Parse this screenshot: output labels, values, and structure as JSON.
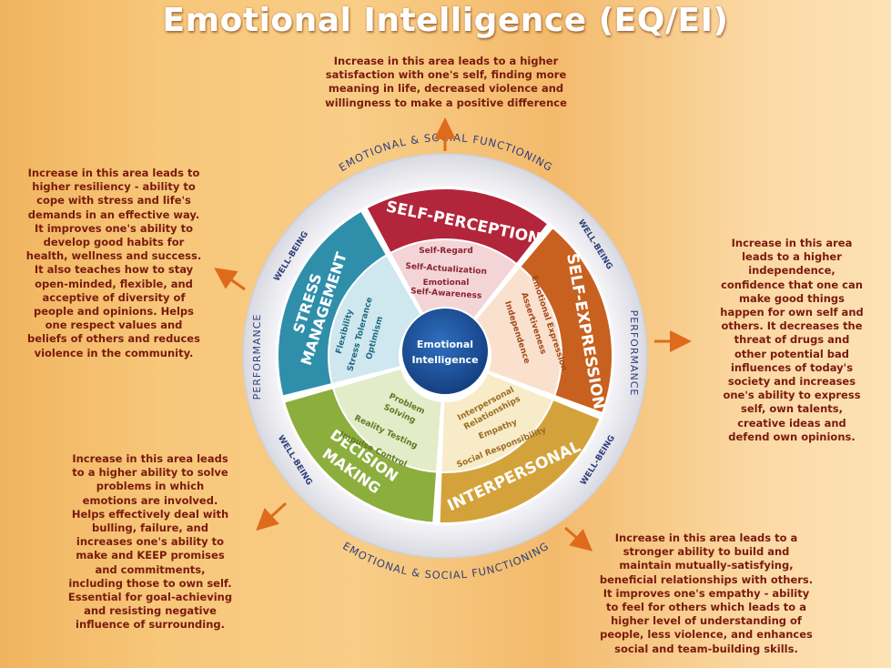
{
  "title": "Emotional Intelligence (EQ/EI)",
  "notes": {
    "top": "Increase in this area leads to a higher\nsatisfaction with one's self, finding more\nmeaning in life, decreased violence and\nwillingness to make a positive difference",
    "left": "Increase in this area leads to\nhigher resiliency - ability to\ncope with stress and life's\ndemands in an effective way.\nIt improves one's ability to\ndevelop good habits for\nhealth, wellness and success.\nIt also teaches how to stay\nopen-minded, flexible, and\nacceptive of diversity of\npeople and opinions. Helps\none respect values and\nbeliefs of others and reduces\nviolence in the community.",
    "right": "Increase in this area\nleads to a higher\nindependence,\nconfidence that one can\nmake good things\nhappen for own self and\nothers. It decreases the\nthreat of drugs and\nother potential bad\ninfluences of today's\nsociety and increases\none's ability to express\nself, own talents,\ncreative ideas and\ndefend own opinions.",
    "bottom_left": "Increase in this area leads\nto a higher ability to solve\nproblems in which\nemotions are involved.\nHelps effectively deal with\nbulling, failure, and\nincreases one's ability to\nmake and KEEP promises\nand commitments,\nincluding those to own self.\nEssential for goal-achieving\nand resisting negative\ninfluence of surrounding.",
    "bottom_right": "Increase in this area leads to a\nstronger ability to build and\nmaintain mutually-satisfying,\nbeneficial relationships with others.\nIt improves one's empathy - ability\nto feel for others which leads to a\nhigher level of understanding of\npeople, less violence, and enhances\nsocial and team-building skills."
  },
  "ring": {
    "top": "EMOTIONAL & SOCIAL FUNCTIONING",
    "bottom": "EMOTIONAL & SOCIAL FUNCTIONING",
    "left": "PERFORMANCE",
    "right": "PERFORMANCE",
    "wellbeing": [
      "WELL-BEING",
      "WELL-BEING",
      "WELL-BEING",
      "WELL-BEING"
    ]
  },
  "center": {
    "line1": "Emotional",
    "line2": "Intelligence"
  },
  "segments": {
    "self_perception": {
      "label": "SELF-PERCEPTION",
      "color": "#b3253a",
      "items": [
        "Self-Regard",
        "Self-Actualization",
        "Emotional",
        "Self-Awareness"
      ]
    },
    "self_expression": {
      "label": "SELF-EXPRESSION",
      "color": "#c8601f",
      "items": [
        "Emotional Expression",
        "Assertiveness",
        "Independence"
      ]
    },
    "interpersonal": {
      "label": "INTERPERSONAL",
      "color": "#d4a23a",
      "items": [
        "Interpersonal",
        "Relationships",
        "Empathy",
        "Social Responsibility"
      ]
    },
    "decision_making": {
      "label": "DECISION MAKING",
      "line1": "DECISION",
      "line2": "MAKING",
      "color": "#8cae3c",
      "items": [
        "Problem",
        "Solving",
        "Reality Testing",
        "Impulse Control"
      ]
    },
    "stress_management": {
      "label": "STRESS MANAGEMENT",
      "line1": "STRESS",
      "line2": "MANAGEMENT",
      "color": "#2f8faa",
      "items": [
        "Flexibility",
        "Stress Tolerance",
        "Optimism"
      ]
    }
  },
  "colors": {
    "note_text": "#7a1a0e",
    "arrow": "#e06a1c",
    "center": "#1d4f9a",
    "ring": "#e9e9ef"
  }
}
